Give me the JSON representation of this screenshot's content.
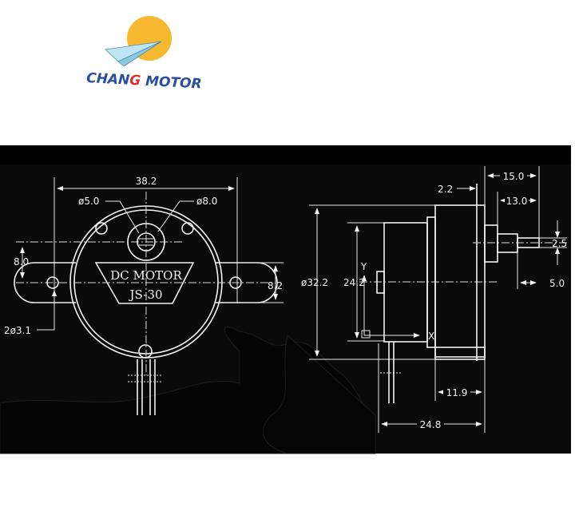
{
  "logo": {
    "brand_text": "CHANG MOTOR",
    "colors": {
      "sun": "#f5b82e",
      "plane": "#9fd3ea",
      "text": "#2a4fa0",
      "accent": "#e0302a"
    }
  },
  "drawing": {
    "background": "#0a0a0a",
    "line_color": "#f2f2f2",
    "front_view": {
      "plate_line1": "DC MOTOR",
      "plate_line2": "JS-30",
      "dim_width": "38.2",
      "dim_hole_small": "ø5.0",
      "dim_hole_large": "ø8.0",
      "dim_left_offset": "8.0",
      "dim_ear_height": "8.2",
      "dim_mount_holes": "2ø3.1"
    },
    "side_view": {
      "dim_diameter": "ø32.2",
      "dim_height": "24.2",
      "axis_y": "Y",
      "axis_x": "X",
      "dim_shaft_length": "15.0",
      "dim_flange": "2.2",
      "dim_shaft_step": "13.0",
      "dim_shaft_dia": "2.5",
      "dim_shaft_tip": "5.0",
      "dim_body_depth": "11.9",
      "dim_total_depth": "24.8"
    }
  }
}
